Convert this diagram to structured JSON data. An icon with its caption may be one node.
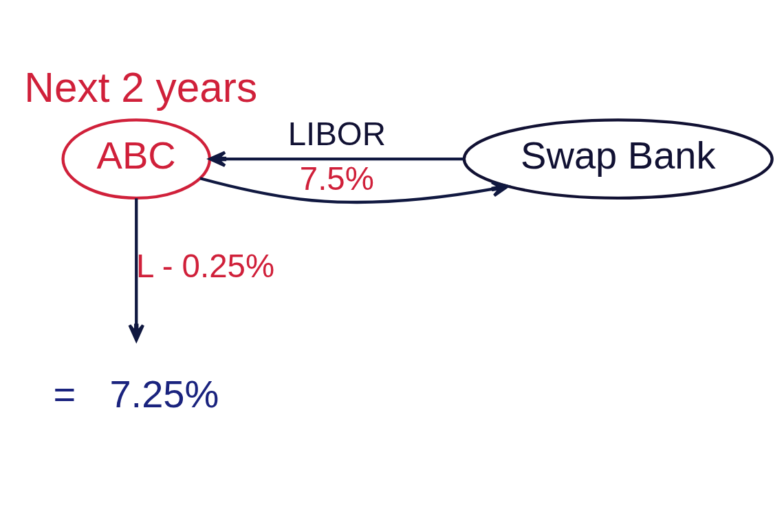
{
  "diagram": {
    "title": "Next 2 years",
    "nodes": [
      {
        "text": [
          "ABC"
        ]
      },
      {
        "text": [
          "Swap Bank"
        ]
      },
      {
        "text": [
          "7.25%"
        ],
        "beside": [
          "="
        ]
      }
    ],
    "edges": [
      {
        "from": 1,
        "to": 0,
        "arrow": "to",
        "label": "LIBOR"
      },
      {
        "from": 0,
        "to": 1,
        "arrow": "to",
        "label": "7.5%"
      },
      {
        "from": 0,
        "to": 2,
        "arrow": "to",
        "label": "L - 0.25%"
      }
    ]
  }
}
